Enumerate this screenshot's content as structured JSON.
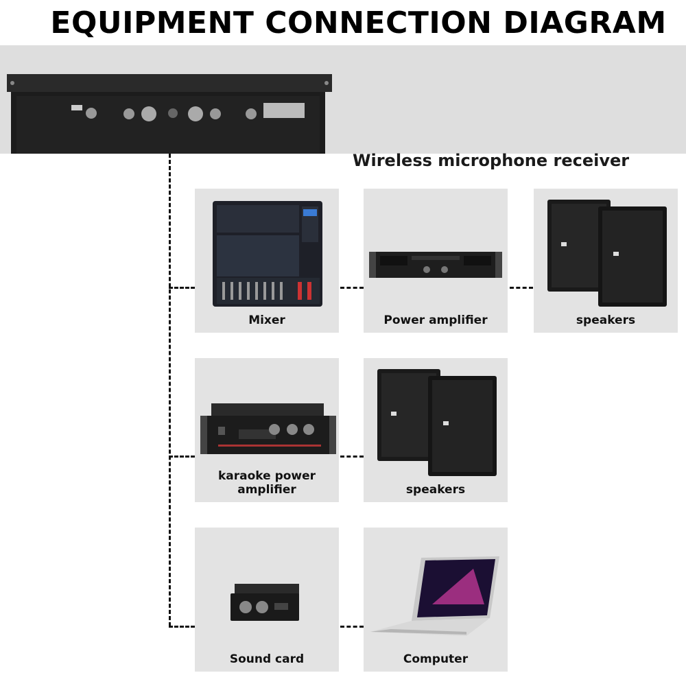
{
  "title": "EQUIPMENT CONNECTION DIAGRAM",
  "receiver": {
    "label": "Wireless microphone receiver"
  },
  "rows": [
    {
      "devices": [
        {
          "label": "Mixer"
        },
        {
          "label": "Power amplifier"
        },
        {
          "label": "speakers"
        }
      ]
    },
    {
      "devices": [
        {
          "label": "karaoke power amplifier"
        },
        {
          "label": "speakers"
        }
      ]
    },
    {
      "devices": [
        {
          "label": "Sound card"
        },
        {
          "label": "Computer"
        }
      ]
    }
  ],
  "colors": {
    "band": "#dedede",
    "card": "#e3e3e3",
    "device": "#1c1c1c",
    "line": "#111111"
  }
}
